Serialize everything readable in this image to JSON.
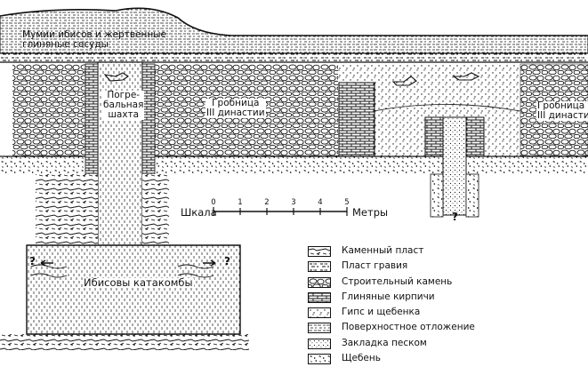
{
  "labels": {
    "mummies": [
      "Мумии ибисов и жертвенные",
      "глиняные сосуды"
    ],
    "shaft": [
      "Погре-",
      "бальная",
      "шахта"
    ],
    "tomb_center": [
      "Гробница",
      "III династии"
    ],
    "tomb_right": [
      "Гробница",
      "III династии"
    ],
    "catacombs": "Ибисовы катакомбы",
    "unknown": "?"
  },
  "scale": {
    "left_label": "Шкала",
    "unit_label": "Метры",
    "ticks": [
      "0",
      "1",
      "2",
      "3",
      "4",
      "5"
    ]
  },
  "legend": [
    {
      "label": "Каменный пласт",
      "pattern": "rock-layer"
    },
    {
      "label": "Пласт гравия",
      "pattern": "gravel"
    },
    {
      "label": "Строительный камень",
      "pattern": "building-stone"
    },
    {
      "label": "Глиняные кирпичи",
      "pattern": "mud-brick"
    },
    {
      "label": "Гипс и щебенка",
      "pattern": "gypsum"
    },
    {
      "label": "Поверхностное отложение",
      "pattern": "surface-deposit"
    },
    {
      "label": "Закладка песком",
      "pattern": "sand-fill"
    },
    {
      "label": "Щебень",
      "pattern": "rubble"
    }
  ]
}
